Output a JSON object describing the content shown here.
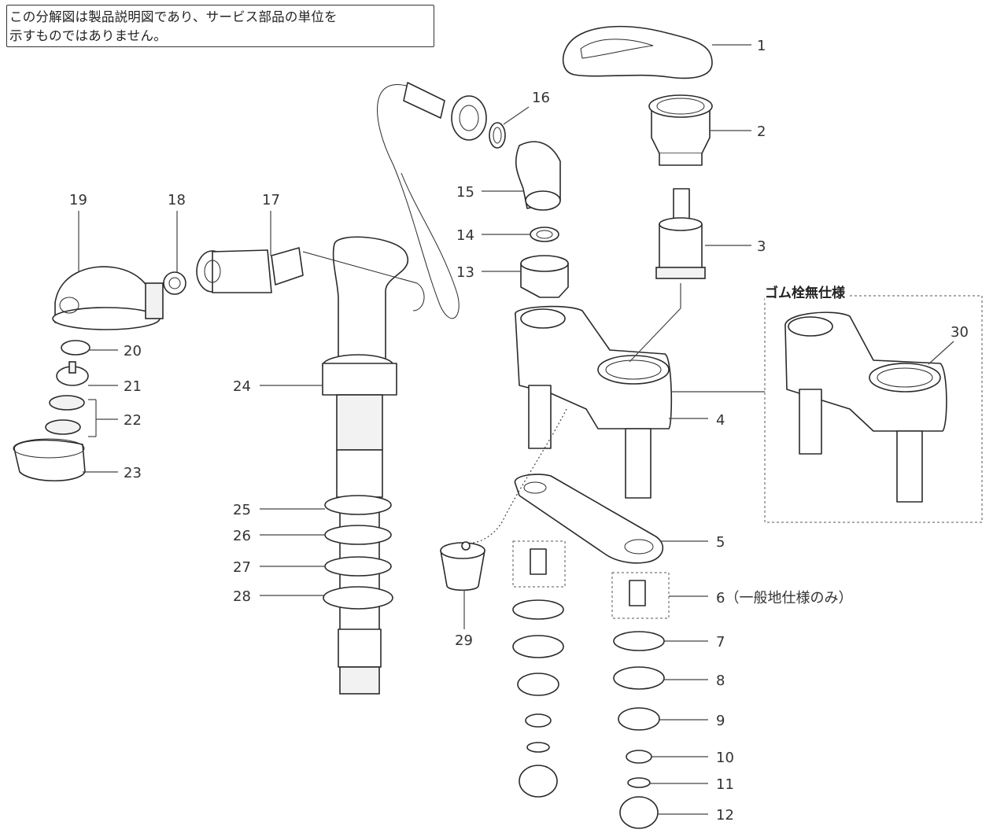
{
  "notice": {
    "line1": "この分解図は製品説明図であり、サービス部品の単位を",
    "line2": "示すものではありません。"
  },
  "inset": {
    "title": "ゴム栓無仕様"
  },
  "labels": {
    "p1": "1",
    "p2": "2",
    "p3": "3",
    "p4": "4",
    "p5": "5",
    "p6": "6（一般地仕様のみ）",
    "p7": "7",
    "p8": "8",
    "p9": "9",
    "p10": "10",
    "p11": "11",
    "p12": "12",
    "p13": "13",
    "p14": "14",
    "p15": "15",
    "p16": "16",
    "p17": "17",
    "p18": "18",
    "p19": "19",
    "p20": "20",
    "p21": "21",
    "p22": "22",
    "p23": "23",
    "p24": "24",
    "p25": "25",
    "p26": "26",
    "p27": "27",
    "p28": "28",
    "p29": "29",
    "p30": "30"
  }
}
